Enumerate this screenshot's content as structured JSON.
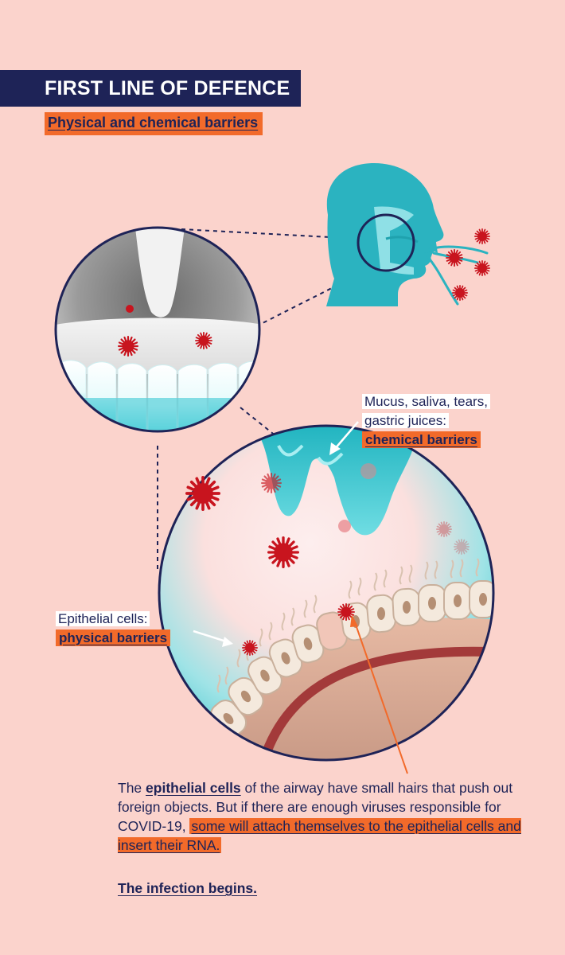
{
  "header": {
    "title": "FIRST LINE OF DEFENCE",
    "subtitle": "Physical and chemical barriers"
  },
  "labels": {
    "mucus_plain_1": "Mucus, saliva, tears,",
    "mucus_plain_2": "gastric juices:",
    "mucus_highlight": "chemical barriers",
    "epithelial_plain": "Epithelial cells:",
    "epithelial_highlight": "physical barriers"
  },
  "body": {
    "part1": "The ",
    "bold_term": "epithelial cells",
    "part2": " of the airway have small hairs that push out foreign objects. But if there are enough viruses responsible for COVID-19, ",
    "highlight": "some will attach themselves to the epithelial cells and insert their RNA.",
    "conclusion": "The infection begins."
  },
  "colors": {
    "background": "#fbd3cc",
    "navy": "#1e2357",
    "orange": "#f26a2a",
    "teal": "#2bb3c0",
    "virus": "#c8141e"
  }
}
